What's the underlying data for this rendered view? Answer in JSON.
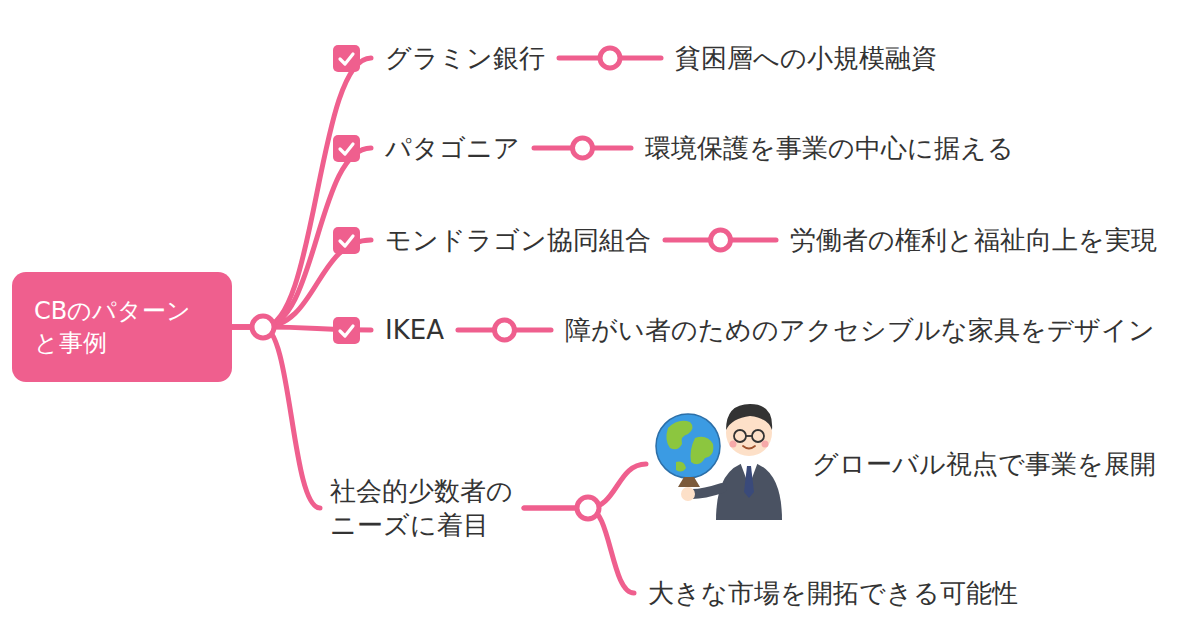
{
  "diagram": {
    "nodes": [
      {
        "text": [
          "CBのパターンと事例"
        ]
      },
      {
        "text": [
          "グラミン銀行"
        ]
      },
      {
        "text": [
          "貧困層への小規模融資"
        ]
      },
      {
        "text": [
          "パタゴニア"
        ]
      },
      {
        "text": [
          "環境保護を事業の中心に据える"
        ]
      },
      {
        "text": [
          "モンドラゴン協同組合"
        ]
      },
      {
        "text": [
          "労働者の権利と福祉向上を実現"
        ]
      },
      {
        "text": [
          "IKEA"
        ]
      },
      {
        "text": [
          "障がい者のためのアクセシブルな家具をデザイン"
        ]
      },
      {
        "text": [
          "社会的少数者のニーズに着目"
        ]
      },
      {
        "text": [
          "グローバル視点で事業を展開"
        ]
      },
      {
        "text": [
          "大きな市場を開拓できる可能性"
        ]
      }
    ],
    "edges": [
      {
        "from": 0,
        "to": 1,
        "arrow": "none"
      },
      {
        "from": 1,
        "to": 2,
        "arrow": "none"
      },
      {
        "from": 0,
        "to": 3,
        "arrow": "none"
      },
      {
        "from": 3,
        "to": 4,
        "arrow": "none"
      },
      {
        "from": 0,
        "to": 5,
        "arrow": "none"
      },
      {
        "from": 5,
        "to": 6,
        "arrow": "none"
      },
      {
        "from": 0,
        "to": 7,
        "arrow": "none"
      },
      {
        "from": 7,
        "to": 8,
        "arrow": "none"
      },
      {
        "from": 0,
        "to": 9,
        "arrow": "none"
      },
      {
        "from": 9,
        "to": 10,
        "arrow": "none"
      },
      {
        "from": 9,
        "to": 11,
        "arrow": "none"
      }
    ]
  }
}
